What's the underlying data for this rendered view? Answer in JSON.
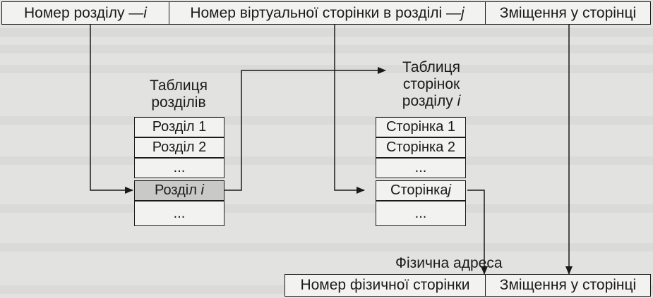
{
  "virtual_address": {
    "segment_number": "Номер розділу — ",
    "segment_var": "i",
    "page_number": "Номер віртуальної сторінки в розділі — ",
    "page_var": "j",
    "offset": "Зміщення у сторінці"
  },
  "segment_table": {
    "title": "Таблиця розділів",
    "title_line1": "Таблиця",
    "title_line2": "розділів",
    "rows": [
      "Розділ 1",
      "Розділ 2",
      "...",
      "Розділ i",
      "..."
    ]
  },
  "page_table": {
    "title_line1": "Таблиця",
    "title_line2": "сторінок",
    "title_line3": "розділу i",
    "rows": [
      "Сторінка 1",
      "Сторінка 2",
      "...",
      "Сторінка j",
      "..."
    ]
  },
  "physical_address": {
    "caption": "Фізична адреса",
    "frame_number": "Номер фізичної сторінки",
    "offset": "Зміщення у сторінці"
  }
}
